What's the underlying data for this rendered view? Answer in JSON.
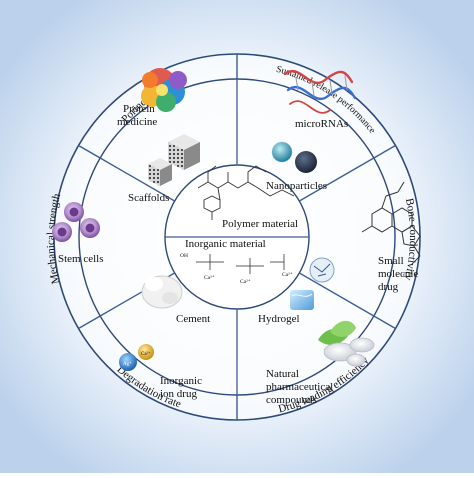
{
  "ring_labels": {
    "poriness": "Poriness",
    "sustained_release": "Sustained release performance",
    "bone_conductivity": "Bone conductivity",
    "drug_loading": "Drug loading efficiency",
    "degradation_rate": "Degradation rate",
    "mechanical_strength": "Mechanical strength"
  },
  "center": {
    "polymer": "Polymer material",
    "inorganic": "Inorganic material"
  },
  "materials": {
    "scaffolds": "Scaffolds",
    "nanoparticles": "Nanoparticles",
    "cement": "Cement",
    "hydrogel": "Hydrogel"
  },
  "drugs": {
    "protein_1": "Protein",
    "protein_2": "medicine",
    "micrornas": "microRNAs",
    "small_1": "Small",
    "small_2": "molecule",
    "small_3": "drug",
    "natural_1": "Natural",
    "natural_2": "pharmaceutical",
    "natural_3": "compounds",
    "ion_1": "Inorganic",
    "ion_2": "ion drug",
    "stem": "Stem cells"
  },
  "chem_labels": {
    "oh": "OH",
    "ca1": "Ca²⁺",
    "ca2": "Ca²⁺",
    "ca3": "Ca²⁺",
    "ca_icon": "Ca²⁺",
    "ag_icon": "Ag⁺"
  },
  "colors": {
    "background": "#c6d9ee",
    "ring_stroke": "#2e4a7a",
    "spoke": "#3a5d94"
  }
}
